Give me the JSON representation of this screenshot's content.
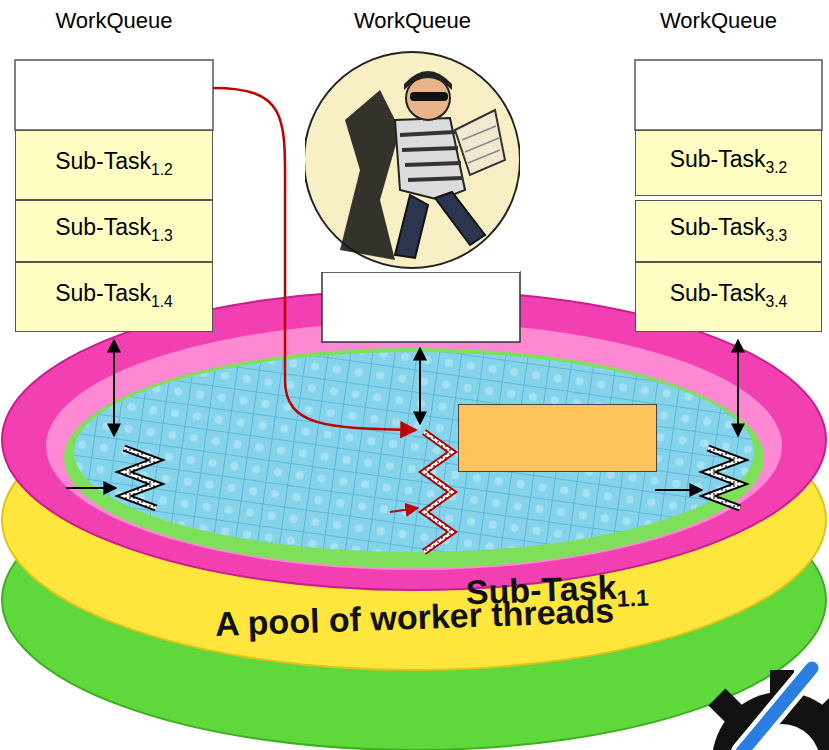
{
  "diagram": {
    "nodes": [
      {
        "text": [
          "WorkQueue"
        ]
      },
      {
        "text": [
          "Sub-Task1.2"
        ],
        "in": 0
      },
      {
        "text": [
          "Sub-Task1.3"
        ],
        "in": 0
      },
      {
        "text": [
          "Sub-Task1.4"
        ],
        "in": 0
      },
      {
        "text": [
          "WorkQueue"
        ]
      },
      {
        "text": [
          "WorkQueue"
        ]
      },
      {
        "text": [
          "Sub-Task3.2"
        ],
        "in": 5
      },
      {
        "text": [
          "Sub-Task3.3"
        ],
        "in": 5
      },
      {
        "text": [
          "Sub-Task3.4"
        ],
        "in": 5
      },
      {
        "text": [
          "A pool of worker threads"
        ]
      },
      {
        "text": [
          "Sub-Task1.1"
        ],
        "in": 9
      }
    ]
  }
}
